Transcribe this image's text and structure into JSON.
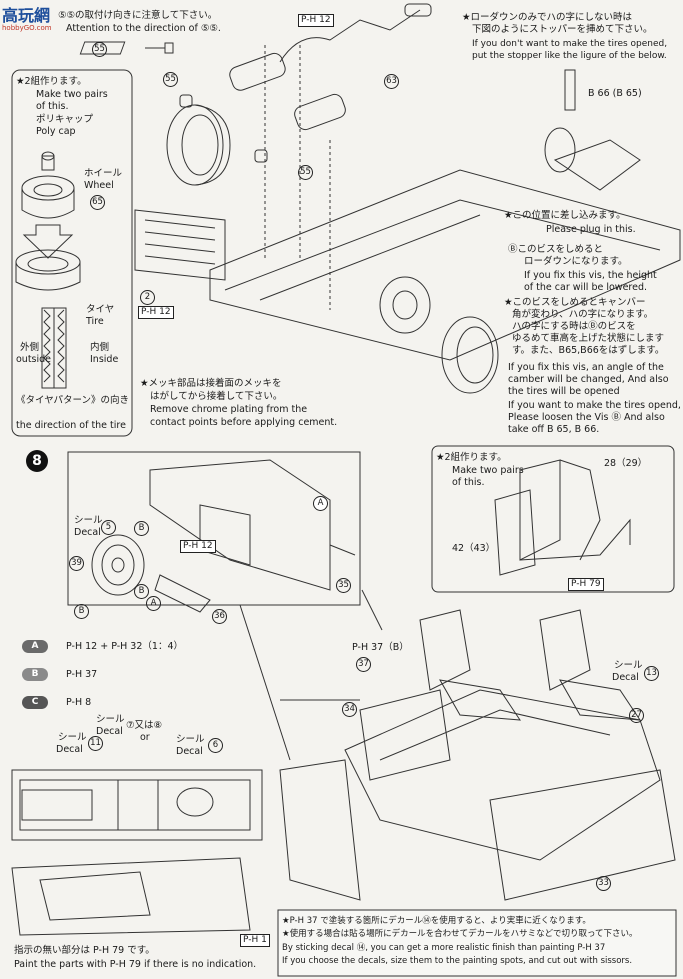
{
  "watermark": {
    "logo": "高玩網",
    "site": "hobbyGO.com"
  },
  "top_left": {
    "note_jp": "⑤⑤の取付け向きに注意して下さい。",
    "note_en": "Attention to the direction of ⑤⑤.",
    "part_55": "55"
  },
  "wheel_box": {
    "make_jp": "★2組作ります。",
    "make_en1": "Make two pairs",
    "make_en2": "of this.",
    "polycap_jp": "ポリキャップ",
    "polycap_en": "Poly cap",
    "wheel_jp": "ホイール",
    "wheel_en": "Wheel",
    "part_65": "65",
    "tire_jp": "タイヤ",
    "tire_en": "Tire",
    "outside_jp": "外側",
    "outside_en": "outside",
    "inside_jp": "内側",
    "inside_en": "Inside",
    "pattern_jp": "《タイヤパターン》の向き",
    "pattern_en": "the direction of the tire"
  },
  "center_top": {
    "ph12": "P-H 12",
    "part_63": "63",
    "part_55a": "55",
    "part_55b": "55",
    "part_2": "2",
    "ph12b": "P-H 12"
  },
  "lowdown": {
    "jp1": "★ローダウンのみでハの字にしない時は",
    "jp2": "下図のようにストッパーを挿めて下さい。",
    "en1": "If you don't want to make the tires opened,",
    "en2": "put the stopper like the ligure of the below.",
    "b66": "B 66 (B 65)",
    "plug_jp": "★この位置に差し込みます。",
    "plug_en": "Please plug in this."
  },
  "vis_note": {
    "jp1": "Ⓑこのビスをしめると",
    "jp2": "ローダウンになります。",
    "en1": "If you fix this vis, the height",
    "en2": "of the car will be lowered.",
    "camber_jp1": "★このビスをしめるとキャンバー",
    "camber_jp2": "角が変わり、ハの字になります。",
    "camber_jp3": "ハの字にする時はⒷのビスを",
    "camber_jp4": "ゆるめて車高を上げた状態にします",
    "camber_jp5": "す。また、B65,B66をはずします。",
    "camber_en1": "If you fix this vis, an angle of the",
    "camber_en2": "camber will be changed, And also",
    "camber_en3": "the tires will be opened",
    "camber_en4": "If you want to make the tires opend,",
    "camber_en5": "Please loosen the Vis Ⓑ And also",
    "camber_en6": "take off B 65, B 66."
  },
  "chrome_note": {
    "jp1": "★メッキ部品は接着面のメッキを",
    "jp2": "はがしてから接着して下さい。",
    "en1": "Remove chrome plating from the",
    "en2": "contact points before applying cement."
  },
  "step8": {
    "num": "8",
    "seal_jp": "シール",
    "decal": "Decal",
    "part_5": "5",
    "part_39": "39",
    "part_36": "36",
    "part_35": "35",
    "ph12": "P-H 12",
    "label_A": "A",
    "label_B": "B"
  },
  "seat_box": {
    "make_jp": "★2組作ります。",
    "make_en1": "Make two pairs",
    "make_en2": "of this.",
    "part_28": "28（29）",
    "part_42": "42（43）",
    "ph79": "P-H 79"
  },
  "legend": {
    "A_label": "A",
    "A_text": "P-H 12 + P-H 32（1：4）",
    "B_label": "B",
    "B_text": "P-H 37",
    "C_label": "C",
    "C_text": "P-H 8",
    "color_A": "#6a6a6a",
    "color_B": "#8a8a8a",
    "color_C": "#555555"
  },
  "dash_detail": {
    "seal11_jp": "シール",
    "seal11_en": "Decal",
    "seal11_num": "11",
    "seal7_jp": "シール",
    "seal7_en": "Decal",
    "seal7_num": "⑦又は⑧",
    "seal7_or": "or",
    "seal6_jp": "シール",
    "seal6_en": "Decal",
    "seal6_num": "6",
    "ph1": "P-H 1"
  },
  "interior": {
    "ph37": "P-H 37（B）",
    "part_37": "37",
    "part_34": "34",
    "part_27": "27",
    "part_33": "33",
    "seal13_jp": "シール",
    "seal13_en": "Decal",
    "seal13_num": "13"
  },
  "bottom_left": {
    "jp": "指示の無い部分は P-H 79 です。",
    "en": "Paint the parts with P-H 79 if there is no indication."
  },
  "bottom_right": {
    "jp1": "★P-H 37 で塗装する箇所にデカール⑭を使用すると、より実車に近くなります。",
    "jp2": "★使用する場合は貼る場所にデカールを合わせてデカールをハサミなどで切り取って下さい。",
    "en1": "By sticking decal ⑭, you can get a more realistic finish than painting P-H 37",
    "en2": "If you choose the decals, size them to the painting spots, and cut out with sissors."
  }
}
